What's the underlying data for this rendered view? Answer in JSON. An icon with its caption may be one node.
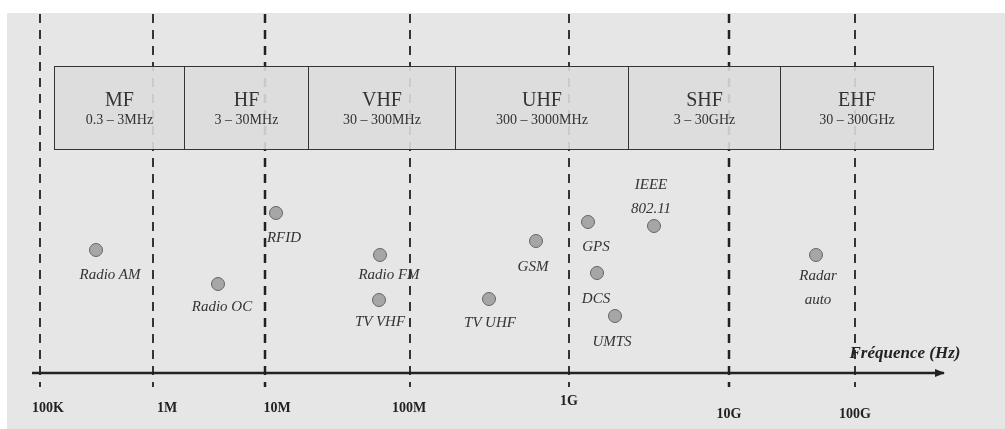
{
  "diagram": {
    "nodes": [
      {
        "text": [
          "MF",
          "0.3 – 3MHz"
        ]
      },
      {
        "text": [
          "HF",
          "3 – 30MHz"
        ]
      },
      {
        "text": [
          "VHF",
          "30 – 300MHz"
        ]
      },
      {
        "text": [
          "UHF",
          "300 – 3000MHz"
        ]
      },
      {
        "text": [
          "SHF",
          "3 – 30GHz"
        ]
      },
      {
        "text": [
          "EHF",
          "30 – 300GHz"
        ]
      },
      {
        "text": [],
        "shape": "circle",
        "beside": [
          "Radio AM"
        ]
      },
      {
        "text": [],
        "shape": "circle",
        "beside": [
          "Radio OC"
        ]
      },
      {
        "text": [],
        "shape": "circle",
        "beside": [
          "RFID"
        ]
      },
      {
        "text": [],
        "shape": "circle",
        "beside": [
          "Radio FM"
        ]
      },
      {
        "text": [],
        "shape": "circle",
        "beside": [
          "TV VHF"
        ]
      },
      {
        "text": [],
        "shape": "circle",
        "beside": [
          "TV UHF"
        ]
      },
      {
        "text": [],
        "shape": "circle",
        "beside": [
          "GSM"
        ]
      },
      {
        "text": [],
        "shape": "circle",
        "beside": [
          "GPS"
        ]
      },
      {
        "text": [],
        "shape": "circle",
        "beside": [
          "DCS"
        ]
      },
      {
        "text": [],
        "shape": "circle",
        "beside": [
          "UMTS"
        ]
      },
      {
        "text": [],
        "shape": "circle",
        "beside": [
          "IEEE 802.11"
        ]
      },
      {
        "text": [],
        "shape": "circle",
        "beside": [
          "Radar auto"
        ]
      }
    ],
    "labels": [
      "Fréquence (Hz)",
      "100K",
      "1M",
      "10M",
      "100M",
      "1G",
      "10G",
      "100G"
    ]
  }
}
